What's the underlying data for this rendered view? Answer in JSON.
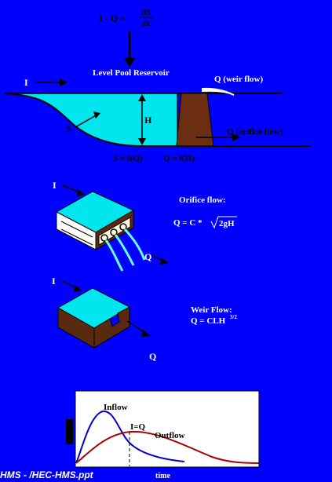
{
  "equation_top": {
    "lhs": "I - Q =",
    "num": "dS",
    "den": "dt"
  },
  "reservoir": {
    "title": "Level Pool Reservoir",
    "inflow": "I",
    "weir": "Q (weir flow)",
    "orifice": "Q (orifice flow)",
    "storage": "S",
    "height": "H",
    "s_rel": "S = f(Q)",
    "q_rel": "Q = f(H)"
  },
  "orifice": {
    "in": "I",
    "out": "Q",
    "title": "Orifice flow:",
    "formula_lhs": "Q = C *",
    "formula_rad": "2gH"
  },
  "weir": {
    "in": "I",
    "out": "Q",
    "title": "Weir Flow:",
    "formula": "Q = CLH",
    "exponent": "3/2"
  },
  "hydrograph": {
    "inflow_label": "Inflow",
    "equal_label": "I=Q",
    "outflow_label": "Outflow",
    "x_label": "time",
    "inflow_color": "#0000cc",
    "outflow_color": "#aa0000"
  },
  "footer": "HMS - /HEC-HMS.ppt"
}
